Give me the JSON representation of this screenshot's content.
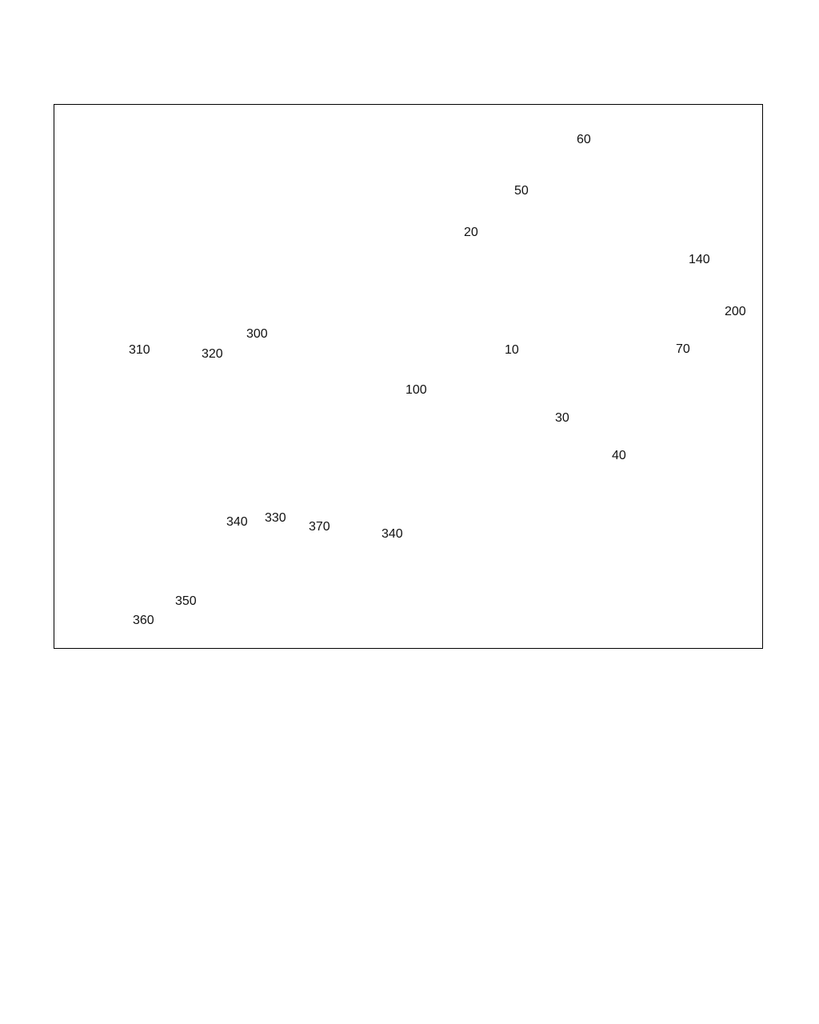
{
  "diagram": {
    "callouts": [
      {
        "id": "c10",
        "label": "10"
      },
      {
        "id": "c20",
        "label": "20"
      },
      {
        "id": "c30",
        "label": "30"
      },
      {
        "id": "c40",
        "label": "40"
      },
      {
        "id": "c50",
        "label": "50"
      },
      {
        "id": "c60",
        "label": "60"
      },
      {
        "id": "c70",
        "label": "70"
      },
      {
        "id": "c100",
        "label": "100"
      },
      {
        "id": "c140",
        "label": "140"
      },
      {
        "id": "c200",
        "label": "200"
      },
      {
        "id": "c300",
        "label": "300"
      },
      {
        "id": "c310",
        "label": "310"
      },
      {
        "id": "c320",
        "label": "320"
      },
      {
        "id": "c330",
        "label": "330"
      },
      {
        "id": "c340a",
        "label": "340"
      },
      {
        "id": "c340b",
        "label": "340"
      },
      {
        "id": "c350",
        "label": "350"
      },
      {
        "id": "c360",
        "label": "360"
      },
      {
        "id": "c370",
        "label": "370"
      }
    ]
  }
}
